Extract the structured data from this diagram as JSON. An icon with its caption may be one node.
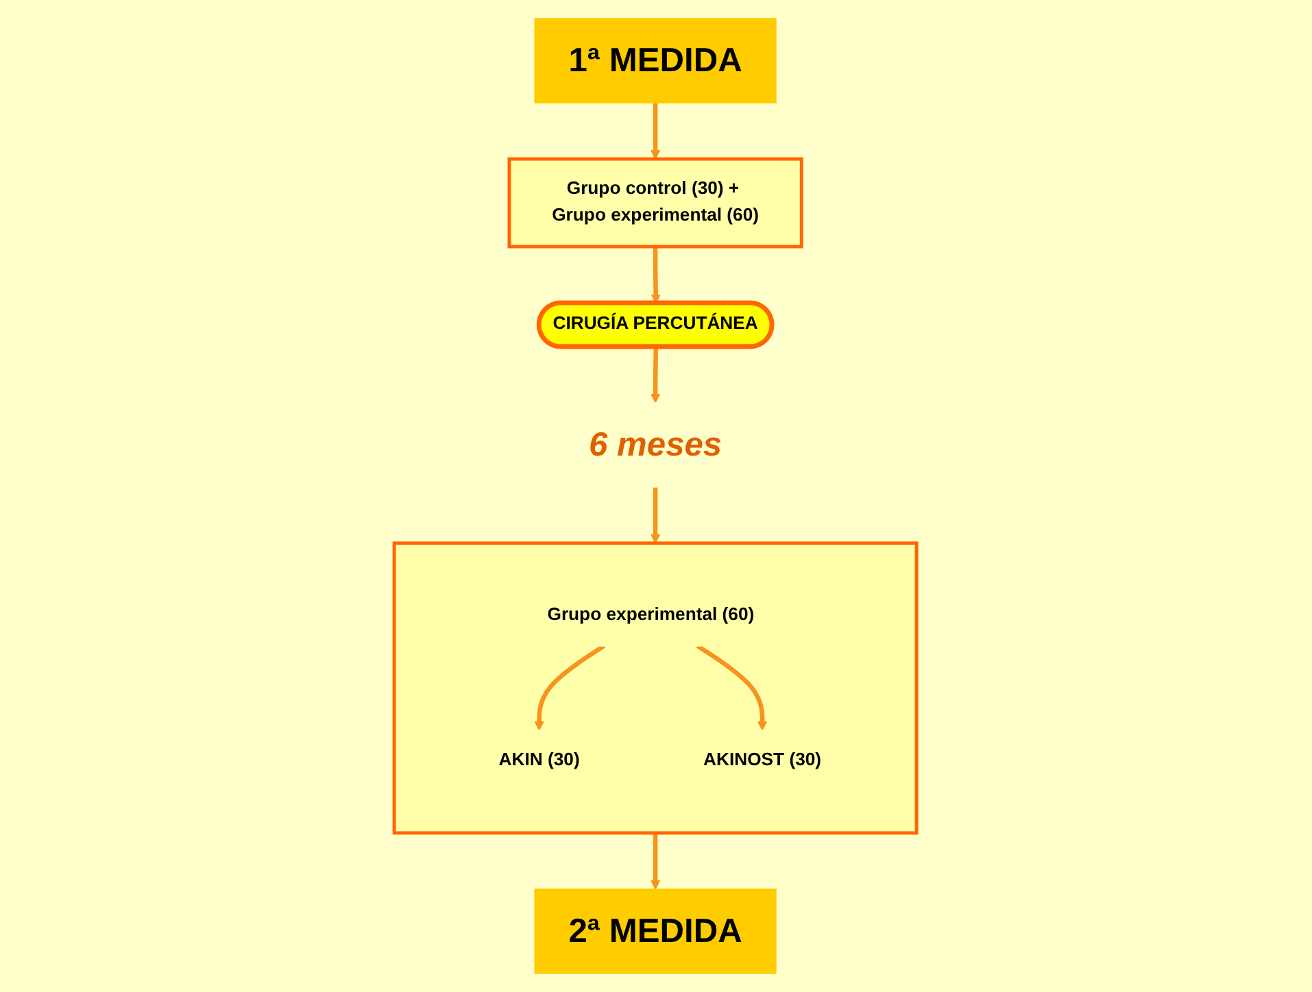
{
  "diagram": {
    "nodes": [
      {
        "text": [
          "1ª MEDIDA"
        ]
      },
      {
        "text": [
          "2ª MEDIDA"
        ]
      },
      {
        "text": [
          "Grupo control (30) + Grupo experimental (60)"
        ]
      },
      {
        "text": [
          "CIRUGÍA PERCUTÁNEA"
        ]
      },
      {
        "text": [
          "6 meses"
        ]
      },
      {
        "text": [],
        "shape": "box"
      },
      {
        "text": [
          "Grupo experimental (60)"
        ],
        "in": 5
      },
      {
        "text": [
          "AKIN (30)"
        ],
        "in": 5
      },
      {
        "text": [
          "AKINOST (30)"
        ],
        "in": 5
      }
    ],
    "edges": [
      {
        "from": 0,
        "to": 2,
        "arrow": "to"
      },
      {
        "from": 2,
        "to": 3,
        "arrow": "to"
      },
      {
        "from": 3,
        "to": 4,
        "arrow": "to"
      },
      {
        "from": 4,
        "to": 5,
        "arrow": "to"
      },
      {
        "from": 5,
        "to": 1,
        "arrow": "to"
      },
      {
        "from": 6,
        "to": 7,
        "arrow": "to"
      },
      {
        "from": 6,
        "to": 8,
        "arrow": "to"
      }
    ]
  }
}
